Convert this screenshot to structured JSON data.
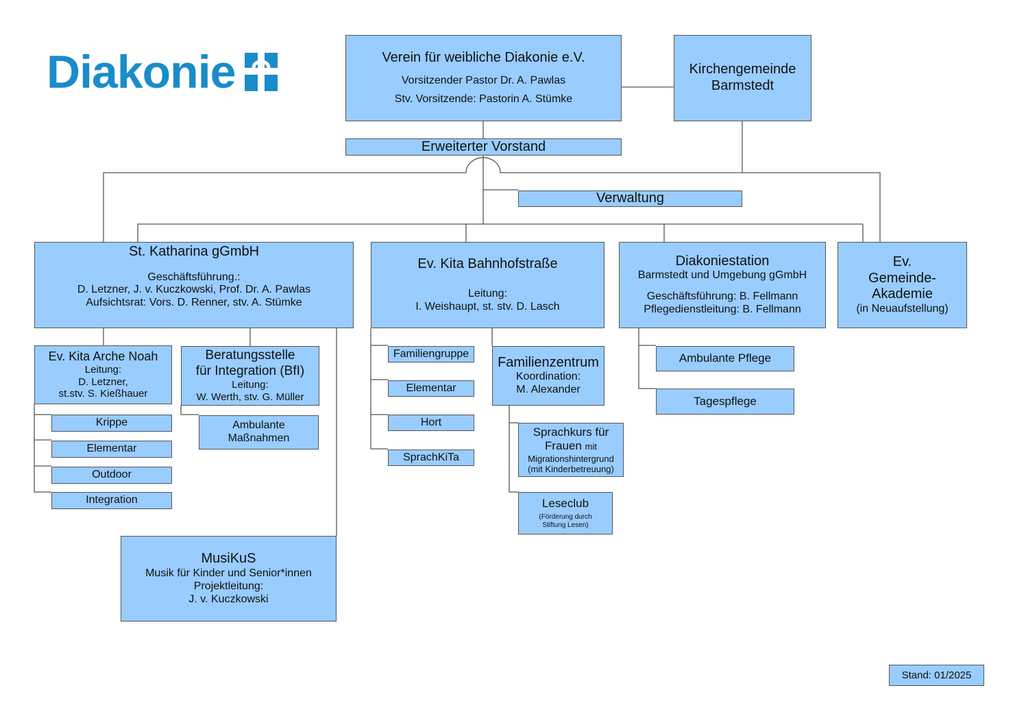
{
  "logo": {
    "text": "Diakonie",
    "icon": "diakonie-cross-icon",
    "color": "#1a8cc8"
  },
  "colors": {
    "box_fill": "#99ccff",
    "box_border": "#555555",
    "connector": "#555555"
  },
  "verein": {
    "title": "Verein für weibliche Diakonie e.V.",
    "line1": "Vorsitzender Pastor Dr. A. Pawlas",
    "line2": "Stv. Vorsitzende: Pastorin A. Stümke"
  },
  "kirchengemeinde": {
    "line1": "Kirchengemeinde",
    "line2": "Barmstedt"
  },
  "erweiterter_vorstand": "Erweiterter Vorstand",
  "verwaltung": "Verwaltung",
  "katharina": {
    "title": "St. Katharina gGmbH",
    "line1": "Geschäftsführung.:",
    "line2": "D. Letzner, J. v. Kuczkowski, Prof. Dr. A. Pawlas",
    "line3": "Aufsichtsrat: Vors. D. Renner, stv. A. Stümke"
  },
  "kita_bahnhof": {
    "title": "Ev. Kita Bahnhofstraße",
    "line1": "Leitung:",
    "line2": "I. Weishaupt, st. stv. D. Lasch"
  },
  "diakoniestation": {
    "title": "Diakoniestation",
    "line1": "Barmstedt und Umgebung gGmbH",
    "line2": "Geschäftsführung: B. Fellmann",
    "line3": "Pflegedienstleitung: B. Fellmann"
  },
  "akademie": {
    "line1": "Ev.",
    "line2": "Gemeinde-",
    "line3": "Akademie",
    "line4": "(in Neuaufstellung)"
  },
  "arche_noah": {
    "title": "Ev. Kita Arche Noah",
    "line1": "Leitung:",
    "line2": "D. Letzner,",
    "line3": "st.stv. S. Kießhauer",
    "groups": [
      "Krippe",
      "Elementar",
      "Outdoor",
      "Integration"
    ]
  },
  "beratung": {
    "title1": "Beratungsstelle",
    "title2": "für Integration (BfI)",
    "line1": "Leitung:",
    "line2": "W. Werth, stv. G. Müller"
  },
  "ambulante_massnahmen": {
    "line1": "Ambulante",
    "line2": "Maßnahmen"
  },
  "musikus": {
    "title": "MusiKuS",
    "line1": "Musik für Kinder und Senior*innen",
    "line2": "Projektleitung:",
    "line3": "J. v. Kuczkowski"
  },
  "bahnhof_groups": [
    "Familiengruppe",
    "Elementar",
    "Hort",
    "SprachKiTa"
  ],
  "familienzentrum": {
    "title": "Familienzentrum",
    "line1": "Koordination:",
    "line2": "M. Alexander"
  },
  "sprachkurs": {
    "line1": "Sprachkurs für",
    "line2a": "Frauen ",
    "line2b": "mit",
    "line3": "Migrationshintergrund",
    "line4": "(mit Kinderbetreuung)"
  },
  "leseclub": {
    "title": "Leseclub",
    "line1": "(Förderung durch",
    "line2": "Stiftung Lesen)"
  },
  "station_services": [
    "Ambulante Pflege",
    "Tagespflege"
  ],
  "stand": "Stand: 01/2025"
}
